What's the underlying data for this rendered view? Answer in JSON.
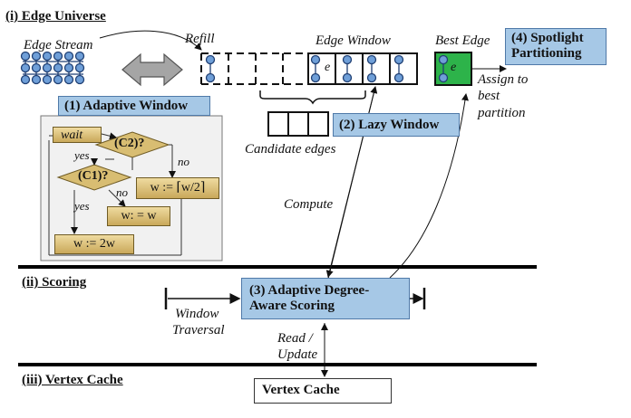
{
  "sections": {
    "edge_universe": "(i) Edge Universe",
    "scoring": "(ii) Scoring",
    "vertex_cache": "(iii) Vertex Cache"
  },
  "labels": {
    "edge_stream": "Edge Stream",
    "refill": "Refill",
    "edge_window": "Edge Window",
    "best_edge": "Best Edge",
    "assign_line1": "Assign to",
    "assign_line2": "best",
    "assign_line3": "partition",
    "candidate_edges": "Candidate edges",
    "compute": "Compute",
    "window_line1": "Window",
    "window_line2": "Traversal",
    "read_line1": "Read /",
    "read_line2": "Update",
    "edge_e1": "e",
    "edge_e2": "e"
  },
  "boxes": {
    "adaptive_window": "(1) Adaptive Window",
    "lazy_window": "(2) Lazy Window",
    "scoring_line1": "(3) Adaptive Degree-",
    "scoring_line2": "Aware Scoring",
    "spotlight_line1": "(4) Spotlight",
    "spotlight_line2": "Partitioning",
    "vertex_cache": "Vertex Cache"
  },
  "flowchart": {
    "wait": "wait",
    "c2": "(C2)?",
    "c1": "(C1)?",
    "yes1": "yes",
    "no1": "no",
    "yes2": "yes",
    "no2": "no",
    "w_half": "w := ⌈w/2⌉",
    "w_same": "w: = w",
    "w_double": "w := 2w"
  },
  "colors": {
    "blue_box": "#a6c8e6",
    "vertex_fill": "#6f9fd8",
    "best_edge_fill": "#2db34a",
    "flow_gold": "#d8bd72"
  }
}
